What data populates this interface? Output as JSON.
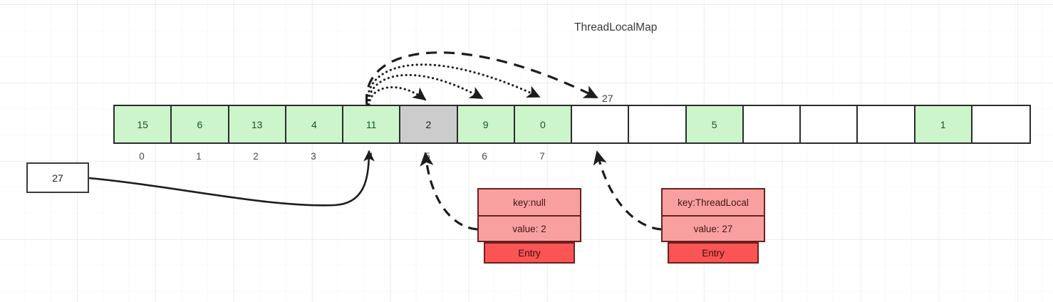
{
  "title": "ThreadLocalMap",
  "colors": {
    "occupied_cell": "#ccf5cc",
    "stale_cell": "#cccccc",
    "empty_cell": "#ffffff",
    "entry_body": "#f8a0a0",
    "entry_tag": "#fb5454",
    "stroke": "#2b2b2b"
  },
  "array": {
    "cells": [
      {
        "value": "15",
        "state": "green"
      },
      {
        "value": "6",
        "state": "green"
      },
      {
        "value": "13",
        "state": "green"
      },
      {
        "value": "4",
        "state": "green"
      },
      {
        "value": "11",
        "state": "green"
      },
      {
        "value": "2",
        "state": "gray"
      },
      {
        "value": "9",
        "state": "green"
      },
      {
        "value": "0",
        "state": "green"
      },
      {
        "value": "",
        "state": "empty"
      },
      {
        "value": "",
        "state": "empty"
      },
      {
        "value": "5",
        "state": "green"
      },
      {
        "value": "",
        "state": "empty"
      },
      {
        "value": "",
        "state": "empty"
      },
      {
        "value": "",
        "state": "empty"
      },
      {
        "value": "1",
        "state": "green"
      },
      {
        "value": "",
        "state": "empty"
      }
    ],
    "indices": [
      "0",
      "1",
      "2",
      "3",
      "4",
      "5",
      "6",
      "7"
    ]
  },
  "arc_label": "27",
  "source_box": {
    "value": "27"
  },
  "entries": [
    {
      "key": "key:null",
      "value": "value: 2",
      "tag": "Entry"
    },
    {
      "key": "key:ThreadLocal",
      "value": "value: 27",
      "tag": "Entry"
    }
  ]
}
